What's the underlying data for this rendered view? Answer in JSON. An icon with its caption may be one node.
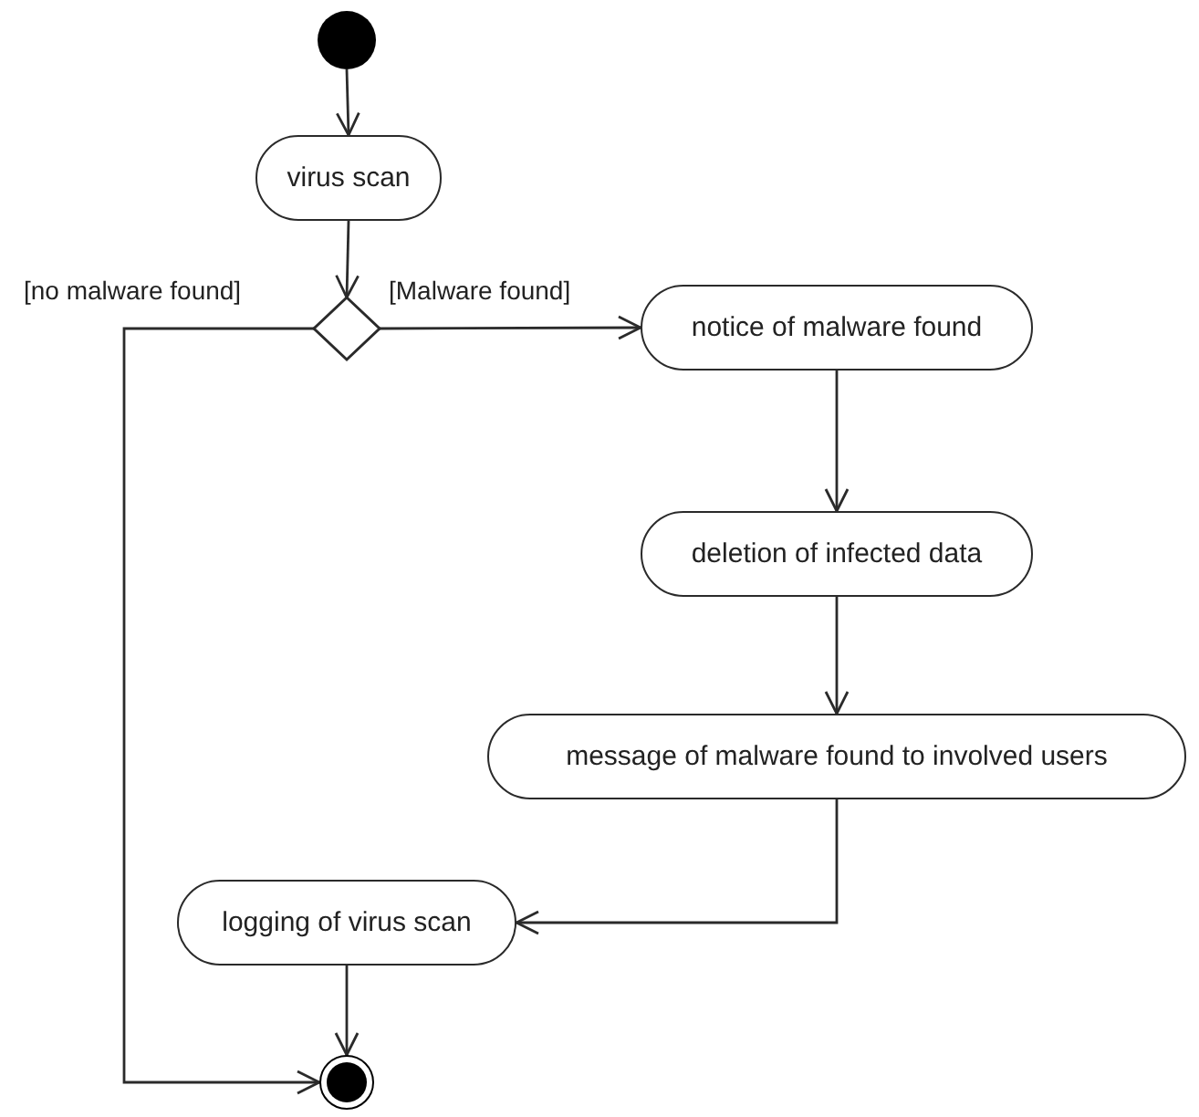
{
  "diagram": {
    "nodes": [
      {
        "text": [],
        "shape": "circle"
      },
      {
        "text": [
          "virus scan"
        ]
      },
      {
        "text": [],
        "shape": "diamond"
      },
      {
        "text": [
          "notice of malware found"
        ]
      },
      {
        "text": [
          "deletion of infected data"
        ]
      },
      {
        "text": [
          "message of malware found to involved users"
        ]
      },
      {
        "text": [
          "logging of virus scan"
        ]
      },
      {
        "text": [],
        "shape": "circle"
      }
    ],
    "edges": [
      {
        "from": 0,
        "to": 1,
        "arrow": "to"
      },
      {
        "from": 1,
        "to": 2,
        "arrow": "to"
      },
      {
        "from": 2,
        "to": 3,
        "arrow": "to",
        "label": "[Malware found]"
      },
      {
        "from": 2,
        "to": 7,
        "arrow": "to",
        "label": "[no malware found]"
      },
      {
        "from": 3,
        "to": 4,
        "arrow": "to"
      },
      {
        "from": 4,
        "to": 5,
        "arrow": "to"
      },
      {
        "from": 5,
        "to": 6,
        "arrow": "to"
      },
      {
        "from": 6,
        "to": 7,
        "arrow": "to"
      }
    ]
  }
}
